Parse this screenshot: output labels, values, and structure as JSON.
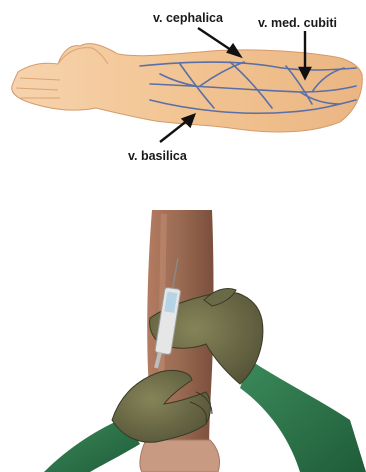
{
  "labels": {
    "cephalica": "v. cephalica",
    "med_cubiti": "v. med. cubiti",
    "basilica": "v. basilica"
  },
  "colors": {
    "background": "#ffffff",
    "skin": "#f3c79a",
    "skin_shadow": "#e3ab7c",
    "vein": "#5a6fa6",
    "arrow": "#111111",
    "arm_bottom": "#9a6a52",
    "glove": "#6b6a47",
    "sleeve": "#2f7a4f",
    "syringe": "#e6e6e6"
  },
  "icons": {
    "top_panel": "forearm-veins-illustration",
    "bottom_panel": "venipuncture-illustration"
  }
}
